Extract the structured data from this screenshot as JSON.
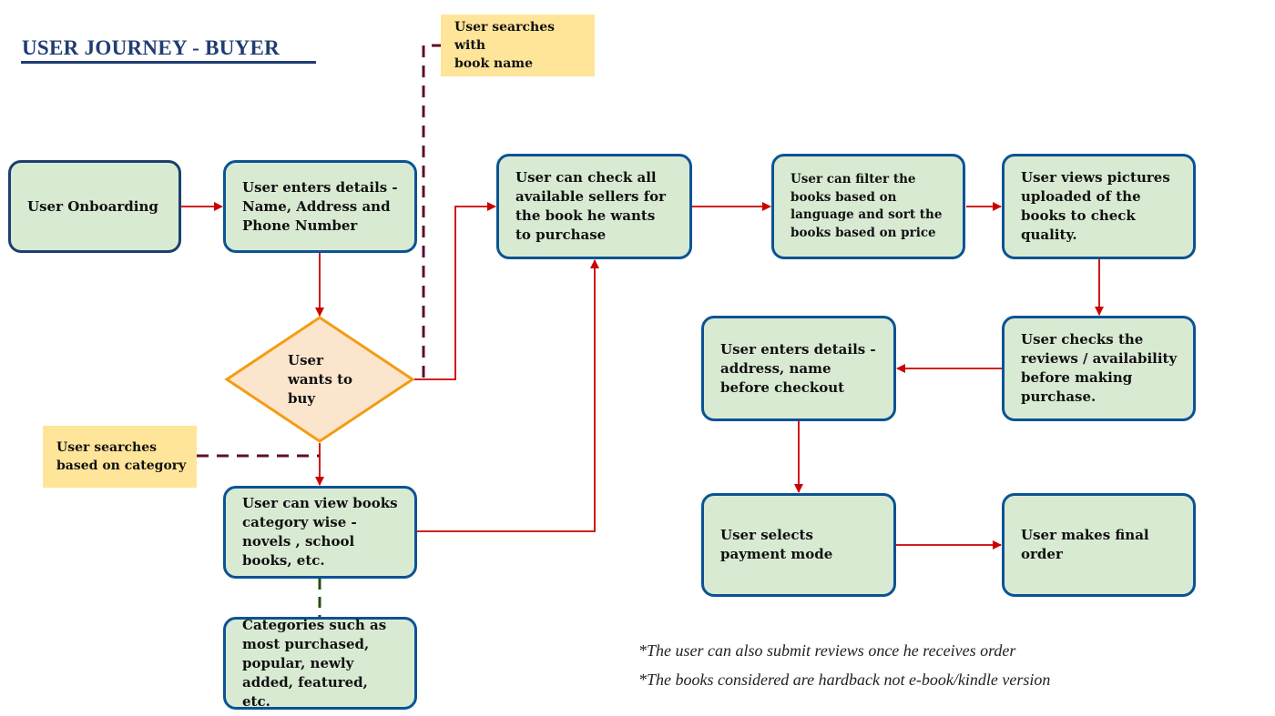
{
  "title": "USER JOURNEY - BUYER",
  "nodes": {
    "onboarding": "User Onboarding",
    "enter_details": "User enters details -\nName, Address and\nPhone Number",
    "decision": "User\nwants to\nbuy",
    "view_category": "User can view books\ncategory wise -\nnovels , school\nbooks, etc.",
    "categories": "Categories such as\nmost purchased,\npopular, newly\nadded, featured, etc.",
    "check_sellers": "User can check all\navailable sellers for\nthe book he wants\nto purchase",
    "filter": "User can filter the\nbooks based on\nlanguage and sort the\nbooks based on price",
    "view_pictures": "User views pictures\nuploaded of the\nbooks to check\nquality.",
    "check_reviews": "User checks the\nreviews / availability\nbefore making\npurchase.",
    "checkout_details": "User enters details -\naddress, name\nbefore checkout",
    "payment": "User selects\npayment mode",
    "final_order": "User makes final\norder"
  },
  "notes": {
    "search_name": "User searches with\nbook name",
    "search_category": "User searches\nbased on category"
  },
  "footnotes": [
    "*The user can also submit reviews once he receives order",
    "*The books considered are hardback not e-book/kindle version"
  ],
  "colors": {
    "title": "#1f3d73",
    "box_fill": "#d9ead3",
    "box_border": "#0b5394",
    "diamond_fill": "#fce5cd",
    "diamond_border": "#f39c12",
    "note_fill": "#ffe599",
    "arrow": "#cc0000",
    "dashed_maroon": "#5b0f2e",
    "dashed_green": "#274e13"
  }
}
